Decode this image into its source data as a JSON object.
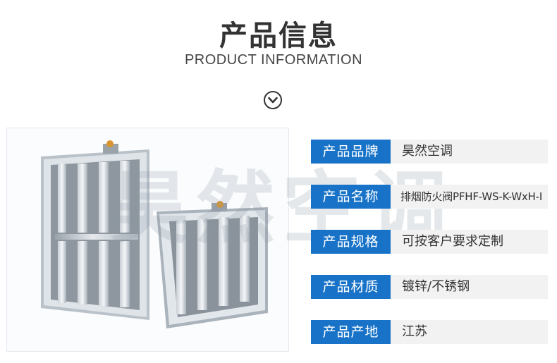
{
  "header": {
    "title_cn": "产品信息",
    "title_en": "PRODUCT INFORMATION"
  },
  "watermark": "昊然空调",
  "icons": {
    "scroll": "chevron-down-circle-icon"
  },
  "colors": {
    "label_bg": "#1873c8",
    "value_bg": "#f2f2f2"
  },
  "info": [
    {
      "label": "产品品牌",
      "value": "昊然空调"
    },
    {
      "label": "产品名称",
      "value": "排烟防火阀PFHF-WS-K-WxH-I"
    },
    {
      "label": "产品规格",
      "value": "可按客户要求定制"
    },
    {
      "label": "产品材质",
      "value": "镀锌/不锈钢"
    },
    {
      "label": "产品产地",
      "value": "江苏"
    }
  ]
}
